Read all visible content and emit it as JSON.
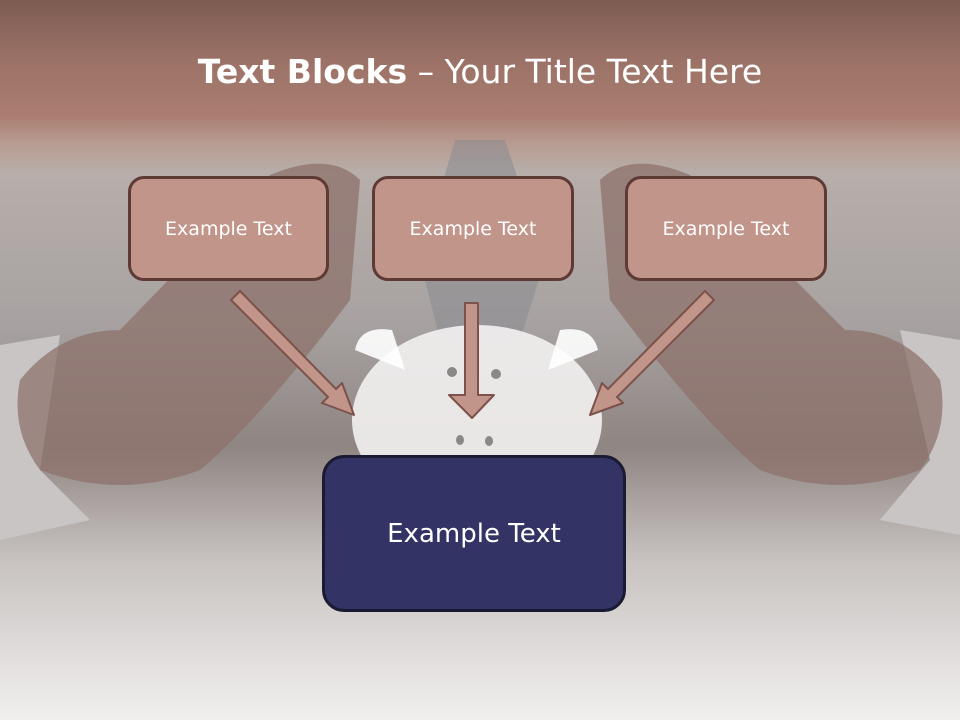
{
  "title": {
    "bold": "Text Blocks",
    "separator": " – ",
    "rest": "Your Title Text Here"
  },
  "blocks": [
    {
      "label": "Example Text"
    },
    {
      "label": "Example Text"
    },
    {
      "label": "Example Text"
    }
  ],
  "main_block": {
    "label": "Example Text"
  },
  "colors": {
    "block_fill": "#c2958a",
    "block_border": "#5e3a34",
    "main_fill": "#333366",
    "arrow_fill": "#c2958a"
  }
}
